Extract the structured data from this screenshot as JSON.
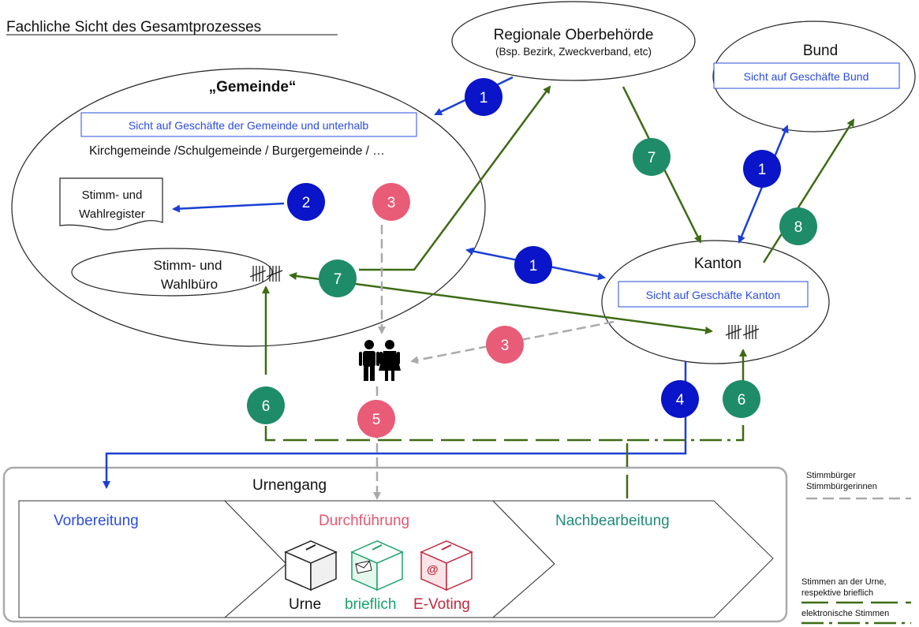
{
  "title": "Fachliche Sicht des  Gesamtprozesses",
  "nodes": {
    "regional": {
      "title": "Regionale Oberbehörde",
      "subtitle": "(Bsp. Bezirk, Zweckverband, etc)"
    },
    "bund": {
      "title": "Bund",
      "view": "Sicht auf Geschäfte Bund"
    },
    "gemeinde": {
      "title": "„Gemeinde“",
      "view": "Sicht auf Geschäfte der Gemeinde und unterhalb",
      "sub": "Kirchgemeinde /Schulgemeinde / Burgergemeinde / …"
    },
    "register": {
      "line1": "Stimm- und",
      "line2": "Wahlregister"
    },
    "buero": {
      "line1": "Stimm- und",
      "line2": "Wahlbüro"
    },
    "kanton": {
      "title": "Kanton",
      "view": "Sicht auf Geschäfte Kanton"
    }
  },
  "badges": {
    "b1_regional": "1",
    "b1_bund": "1",
    "b1_kanton": "1",
    "b2": "2",
    "b3_gemeinde": "3",
    "b3_kanton": "3",
    "b4": "4",
    "b5": "5",
    "b6_left": "6",
    "b6_right": "6",
    "b7_regional": "7",
    "b7_buero": "7",
    "b8": "8"
  },
  "process": {
    "urnengang": "Urnengang",
    "steps": [
      "Vorbereitung",
      "Durchführung",
      "Nachbearbeitung"
    ],
    "boxes": [
      "Urne",
      "brieflich",
      "E-Voting"
    ]
  },
  "legend": {
    "voters_line1": "Stimmbürger",
    "voters_line2": "Stimmbürgerinnen",
    "paper_line1": "Stimmen an der Urne,",
    "paper_line2": "respektive brieflich",
    "electronic": "elektronische Stimmen"
  },
  "colors": {
    "blue": "#1a3fd6",
    "darkblue": "#0a14c8",
    "green": "#3d6b14",
    "teal": "#1e8c68",
    "pink": "#e85c78",
    "gray": "#aaaaaa",
    "step_blue": "#2a4be0",
    "step_pink": "#e8556f",
    "step_teal": "#1f8a7a"
  }
}
